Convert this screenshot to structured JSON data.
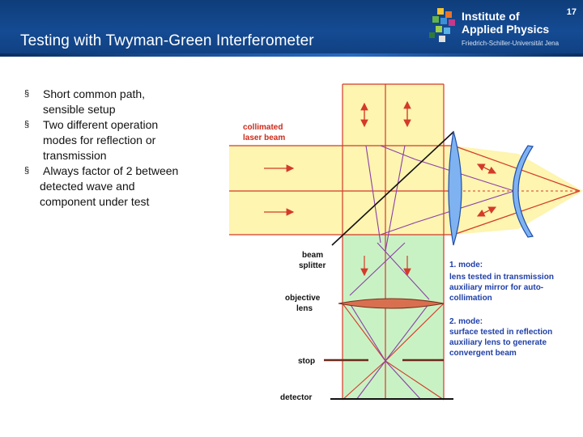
{
  "header": {
    "title": "Testing with Twyman-Green Interferometer",
    "page_number": "17",
    "logo": {
      "line1": "Institute of",
      "line2": "Applied Physics",
      "line3": "Friedrich-Schiller-Universität Jena"
    }
  },
  "bullets": [
    {
      "marker": "§",
      "line1": "Short common path,",
      "line2": "sensible setup"
    },
    {
      "marker": "§",
      "line1": "Two different operation",
      "line2": "modes for reflection or",
      "line3": "transmission"
    },
    {
      "marker": "§",
      "line1": "Always factor  of 2 between",
      "line2": "detected wave and",
      "line3": "component under test"
    }
  ],
  "labels": {
    "source_1": "collimated",
    "source_2": "laser beam",
    "splitter_1": "beam",
    "splitter_2": "splitter",
    "objective_1": "objective",
    "objective_2": "lens",
    "stop": "stop",
    "detector": "detector"
  },
  "modes": {
    "mode1_title": "1. mode:",
    "mode1_line1": "lens tested in transmission",
    "mode1_line2": "auxiliary mirror for auto-",
    "mode1_line3": "collimation",
    "mode2_title": "2. mode:",
    "mode2_line1": "surface tested in reflection",
    "mode2_line2": "auxiliary lens to generate",
    "mode2_line3": "convergent beam"
  },
  "colors": {
    "beam_yellow": "#fdf5b0",
    "beam_green": "#c9f2c4",
    "ray_red": "#d43a2a",
    "ray_purple": "#8b3fa8",
    "lens_blue": "#5c8fe0",
    "mode_text_blue": "#1f3fa8"
  }
}
